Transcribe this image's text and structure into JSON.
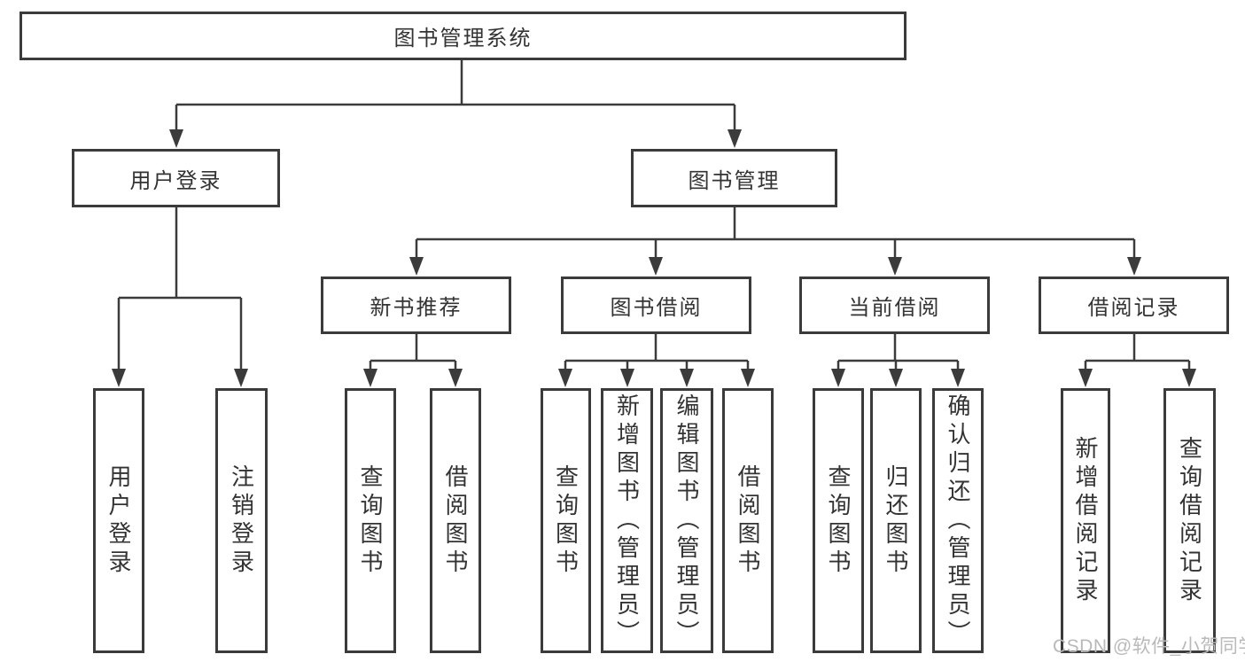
{
  "diagram_title": "图书管理系统",
  "colors": {
    "line": "#3b3b3b",
    "text": "#333333",
    "background": "#ffffff",
    "watermark": "#b9b9b9"
  },
  "nodes": {
    "root": {
      "label": "图书管理系统"
    },
    "user_login": {
      "label": "用户登录",
      "children": [
        "用户登录",
        "注销登录"
      ]
    },
    "book_management": {
      "label": "图书管理"
    },
    "new_book_recommend": {
      "label": "新书推荐",
      "children": [
        "查询图书",
        "借阅图书"
      ]
    },
    "book_borrow": {
      "label": "图书借阅",
      "children": [
        "查询图书",
        "新增图书（管理员）",
        "编辑图书（管理员）",
        "借阅图书"
      ]
    },
    "current_borrow": {
      "label": "当前借阅",
      "children": [
        "查询图书",
        "归还图书",
        "确认归还（管理员）"
      ]
    },
    "borrow_record": {
      "label": "借阅记录",
      "children": [
        "新增借阅记录",
        "查询借阅记录"
      ]
    }
  },
  "watermark": {
    "text": "CSDN @软件_小贺同学"
  }
}
